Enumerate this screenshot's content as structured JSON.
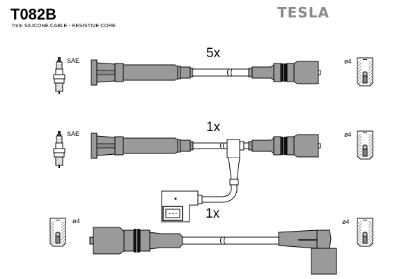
{
  "header": {
    "part_number": "T082B",
    "description": "7mm SILICONE CABLE - RESISTIVE CORE",
    "brand": "TESLA"
  },
  "rows": [
    {
      "quantity": "5x",
      "plug_type_label": "SAE",
      "terminal_label": "ø4"
    },
    {
      "quantity": "1x",
      "plug_type_label": "SAE",
      "terminal_label": "ø4",
      "branch_quantity": "1x"
    },
    {
      "quantity": "1x",
      "left_terminal_label": "ø4",
      "right_terminal_label": "ø4"
    }
  ],
  "colors": {
    "boot_gray": "#9a9a9a",
    "band_black": "#111111",
    "brand_gray": "#8a8a8a"
  }
}
